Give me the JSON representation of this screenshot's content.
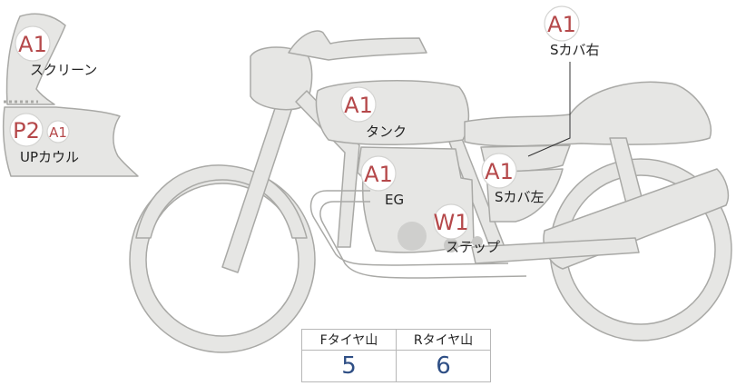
{
  "markers": [
    {
      "id": "screen-grade",
      "text": "A1"
    },
    {
      "id": "upcowl-grade-main",
      "text": "P2"
    },
    {
      "id": "upcowl-grade-sub",
      "text": "A1"
    },
    {
      "id": "tank-grade",
      "text": "A1"
    },
    {
      "id": "engine-grade",
      "text": "A1"
    },
    {
      "id": "side-cover-left-grade",
      "text": "A1"
    },
    {
      "id": "side-cover-right-grade",
      "text": "A1"
    },
    {
      "id": "step-grade",
      "text": "W1"
    }
  ],
  "labels": {
    "screen": "スクリーン",
    "upcowl": "UPカウル",
    "tank": "タンク",
    "engine": "EG",
    "side_cover_left": "Sカバ左",
    "side_cover_right": "Sカバ右",
    "step": "ステップ"
  },
  "tread_table": {
    "headers": [
      "Fタイヤ山",
      "Rタイヤ山"
    ],
    "values": [
      "5",
      "6"
    ]
  },
  "colors": {
    "grade_text": "#b5484a",
    "value_text": "#2f4f85",
    "part_fill": "#e6e6e4"
  }
}
